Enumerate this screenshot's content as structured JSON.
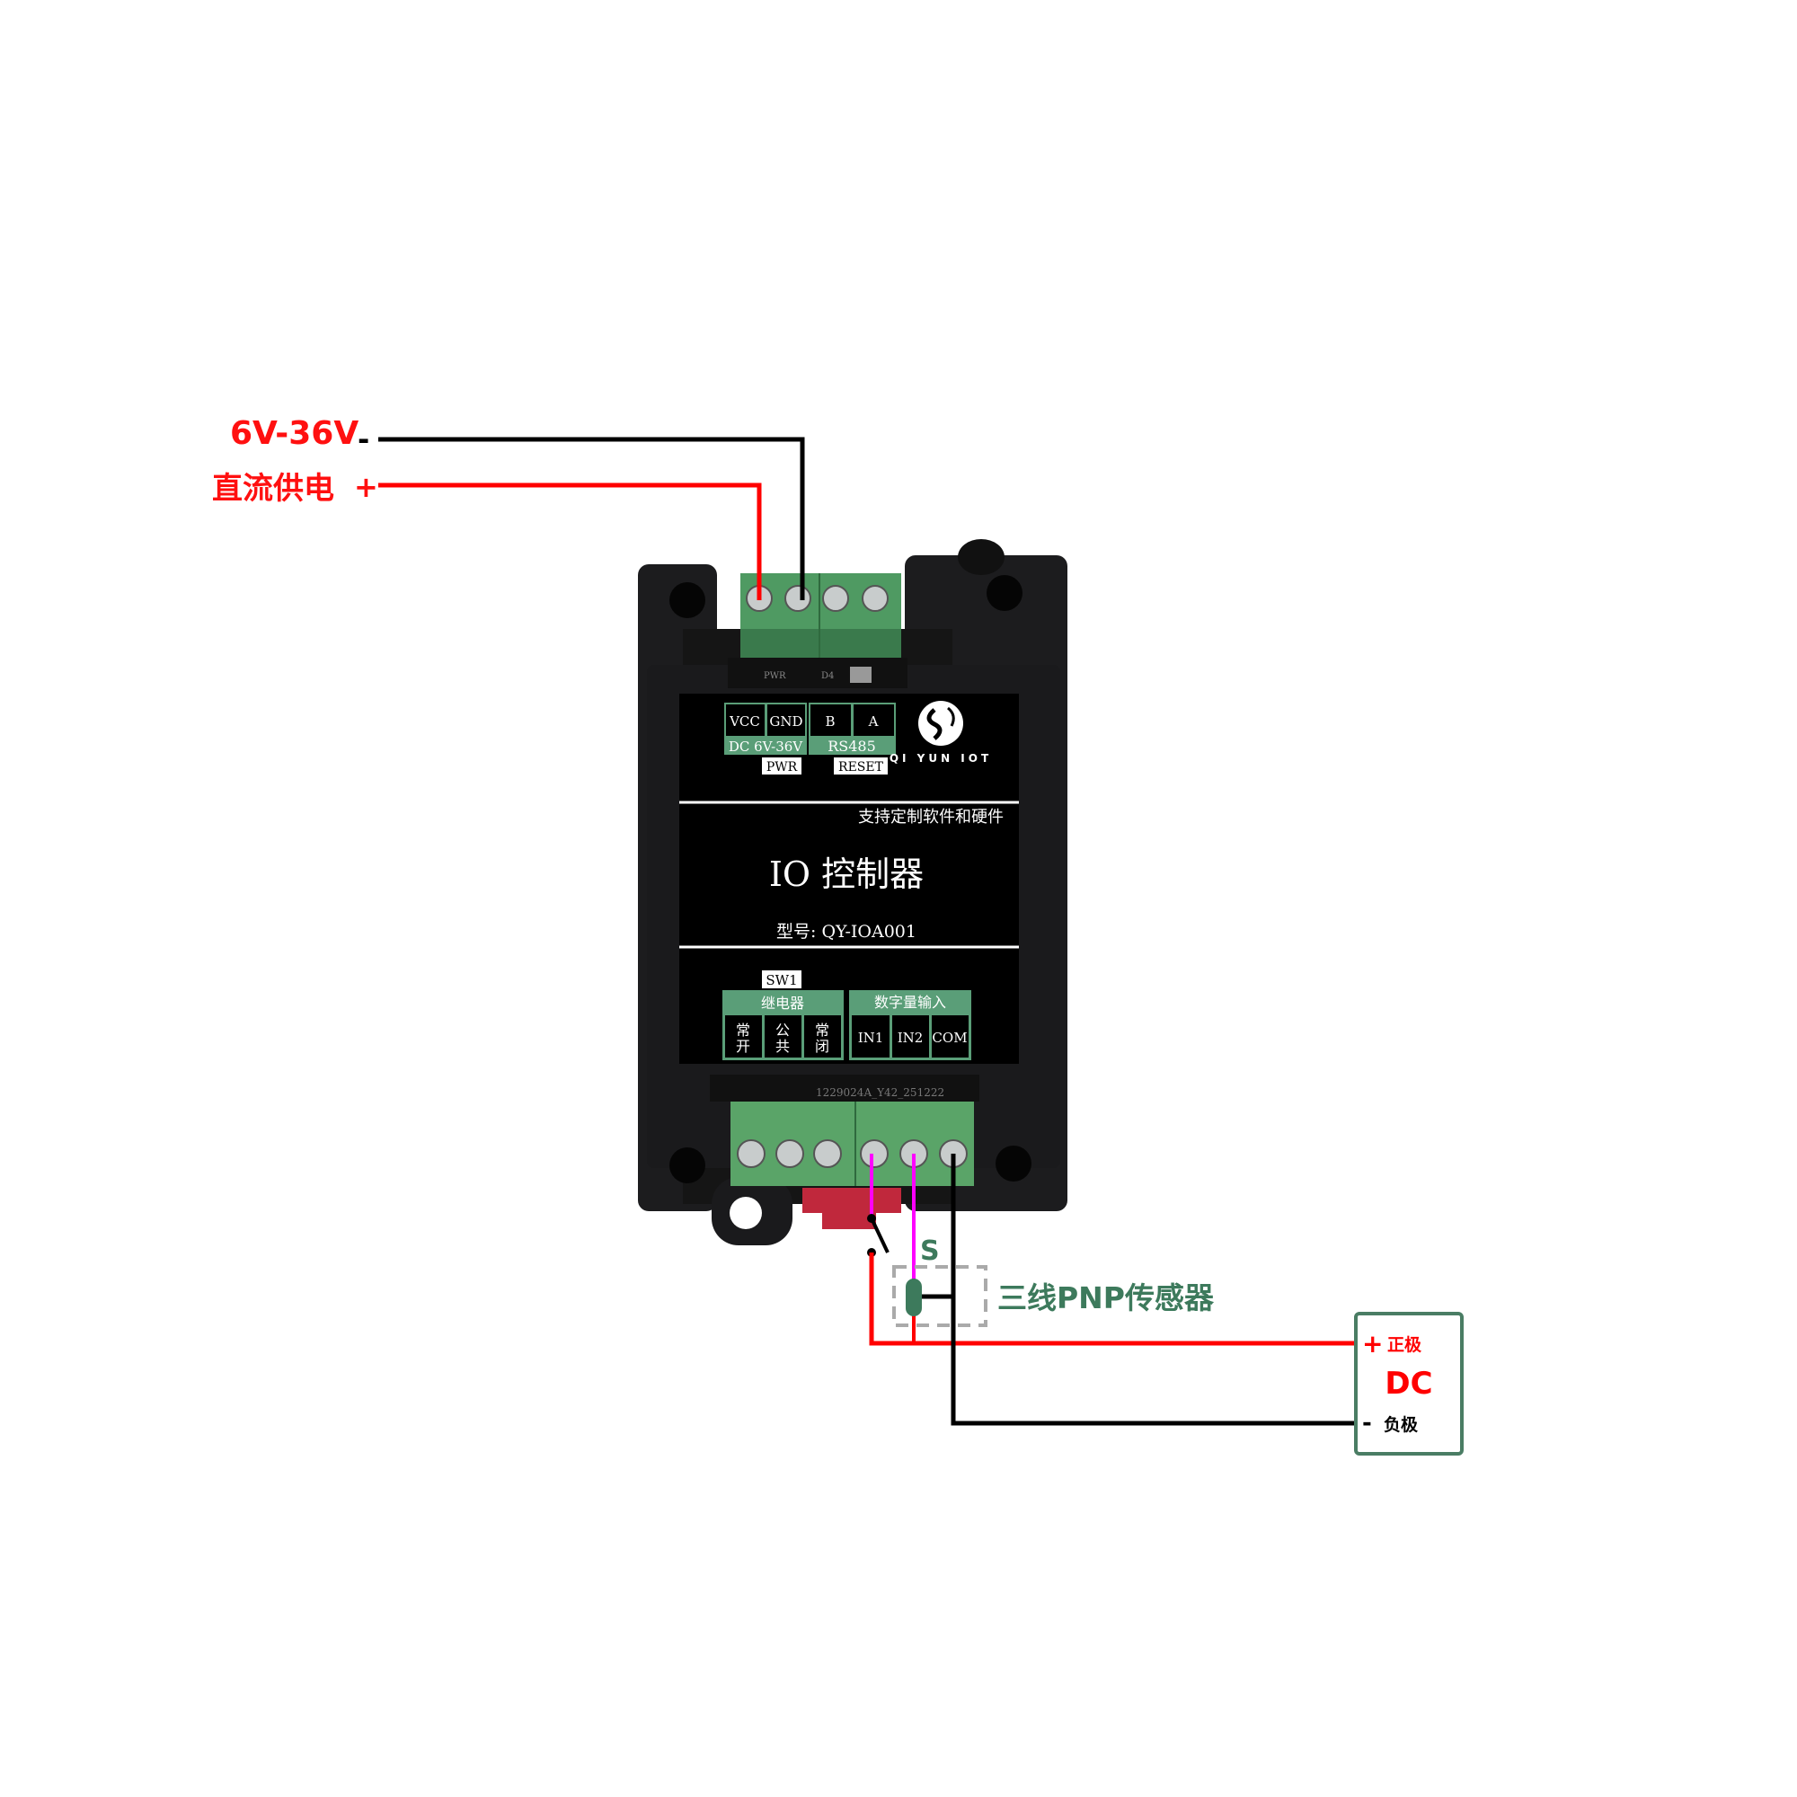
{
  "power_supply": {
    "voltage_label": "6V-36V",
    "type_label": "直流供电",
    "minus_sign": "-",
    "plus_sign": "+"
  },
  "device": {
    "pcb_pwr": "PWR",
    "pcb_d4": "D4",
    "pcb_serial": "1229024A_Y42_251222",
    "terminals_top": [
      "VCC",
      "GND",
      "B",
      "A"
    ],
    "power_group_label": "DC 6V-36V",
    "rs485_group_label": "RS485",
    "pwr_indicator": "PWR",
    "reset_button": "RESET",
    "brand_name": "QI YUN IOT",
    "tagline": "支持定制软件和硬件",
    "title": "IO 控制器",
    "model": "型号: QY-IOA001",
    "switch_label": "SW1",
    "relay_group_label": "继电器",
    "relay_terminals": [
      [
        "常",
        "开"
      ],
      [
        "公",
        "共"
      ],
      [
        "常",
        "闭"
      ]
    ],
    "input_group_label": "数字量输入",
    "input_terminals": [
      "IN1",
      "IN2",
      "COM"
    ]
  },
  "wiring": {
    "signal_label": "S",
    "sensor_label": "三线PNP传感器",
    "dc_source": {
      "title": "DC",
      "positive_sign": "+",
      "positive_label": "正极",
      "negative_sign": "-",
      "negative_label": "负极"
    }
  },
  "colors": {
    "positive_wire": "#ff0000",
    "negative_wire": "#000000",
    "signal_wire": "#ff00ff",
    "label_green": "#3d7a5c",
    "terminal_green": "#5a9e6e"
  }
}
